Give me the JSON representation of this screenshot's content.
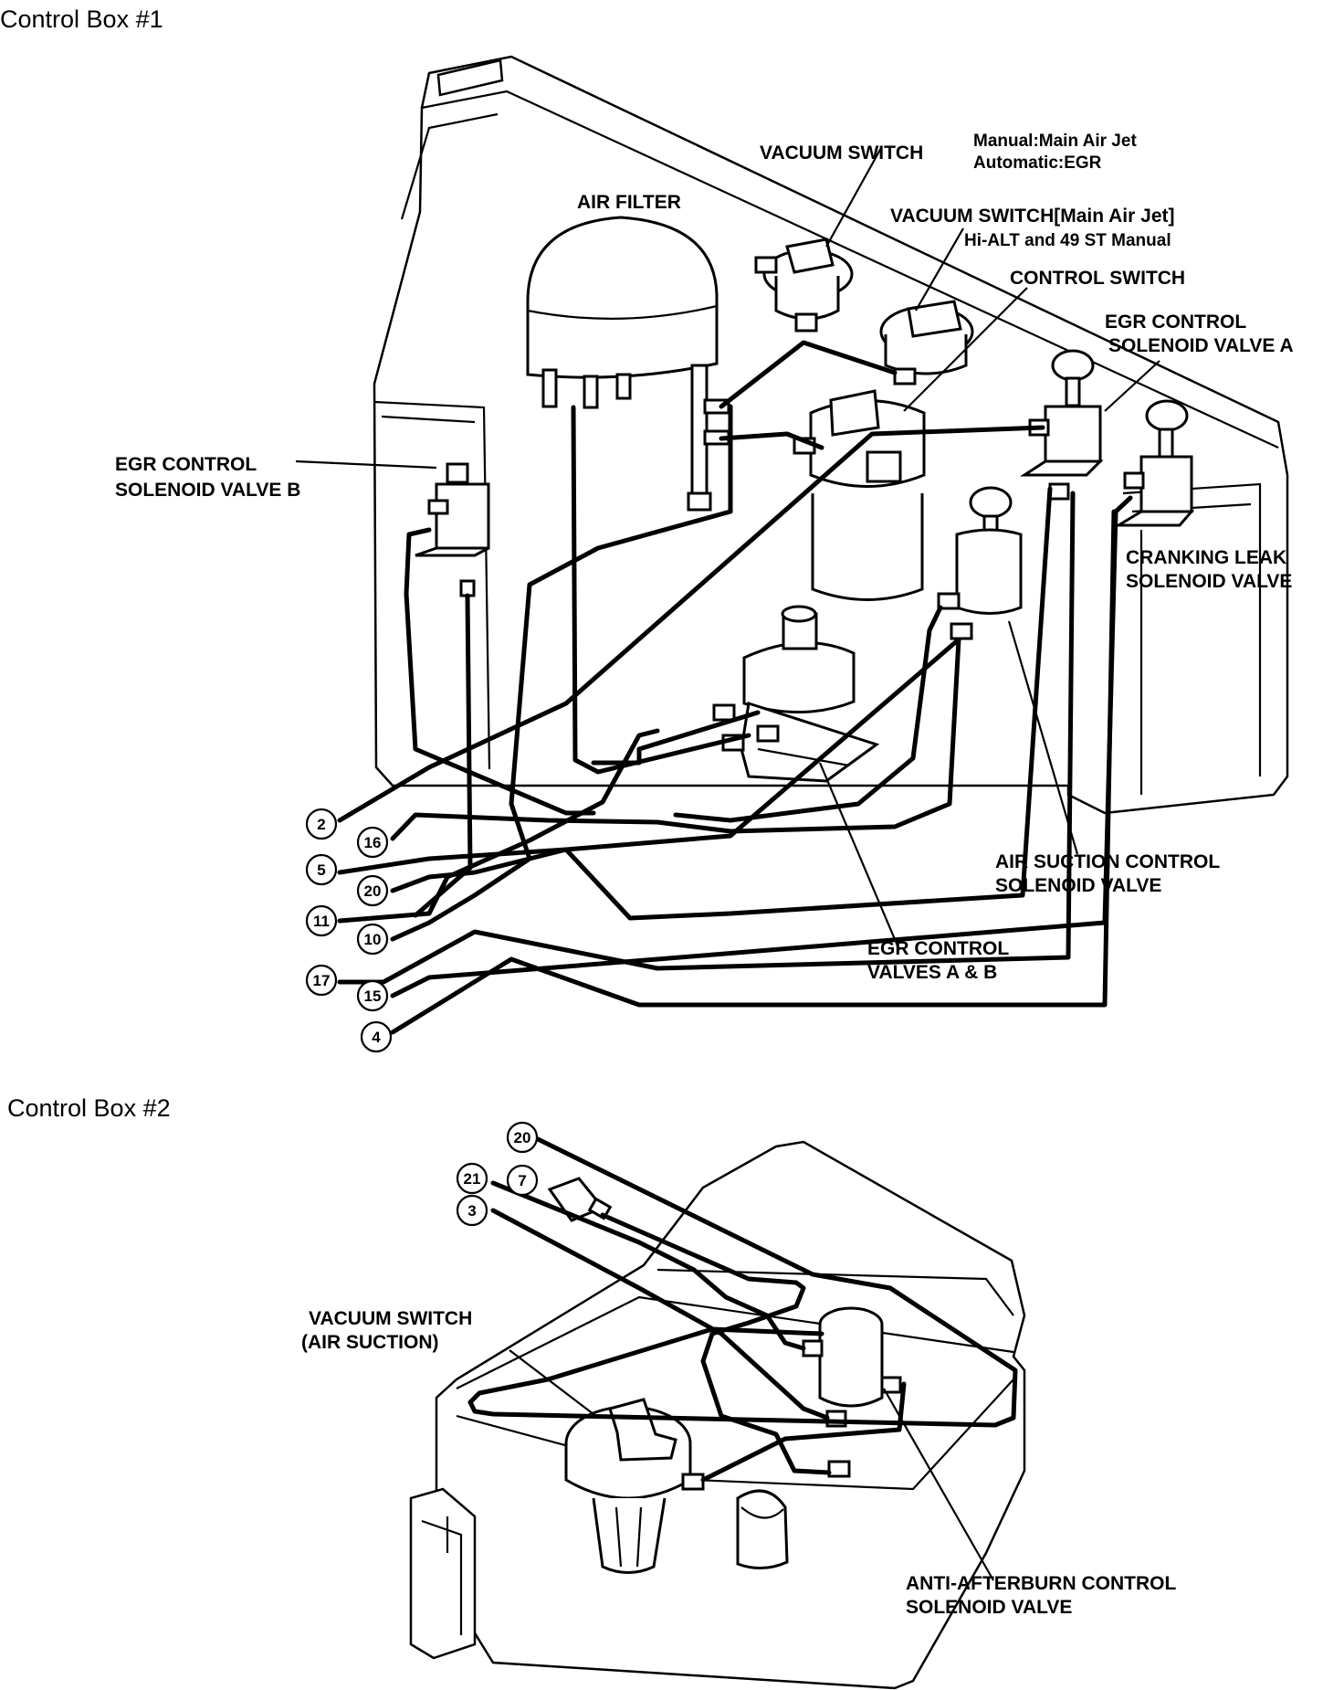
{
  "box1": {
    "title": "Control Box #1",
    "labels": {
      "vacuum_switch": "VACUUM SWITCH",
      "vs_note_1": "Manual:Main Air Jet",
      "vs_note_2": "Automatic:EGR",
      "air_filter": "AIR FILTER",
      "vs_main_1": "VACUUM SWITCH[Main Air Jet]",
      "vs_main_2": "Hi-ALT and 49 ST Manual",
      "control_switch": "CONTROL SWITCH",
      "egr_a_1": "EGR CONTROL",
      "egr_a_2": "SOLENOID VALVE A",
      "egr_b_1": "EGR CONTROL",
      "egr_b_2": "SOLENOID VALVE B",
      "cranking_1": "CRANKING LEAK",
      "cranking_2": "SOLENOID VALVE",
      "air_suction_1": "AIR SUCTION CONTROL",
      "air_suction_2": "SOLENOID VALVE",
      "egr_valves_1": "EGR CONTROL",
      "egr_valves_2": "VALVES A & B"
    },
    "connectors": [
      "2",
      "16",
      "5",
      "20",
      "11",
      "10",
      "17",
      "15",
      "4"
    ]
  },
  "box2": {
    "title": "Control Box #2",
    "labels": {
      "vs_air_1": "VACUUM SWITCH",
      "vs_air_2": "(AIR SUCTION)",
      "anti_1": "ANTI-AFTERBURN CONTROL",
      "anti_2": "SOLENOID VALVE"
    },
    "connectors": [
      "20",
      "21",
      "7",
      "3"
    ]
  }
}
